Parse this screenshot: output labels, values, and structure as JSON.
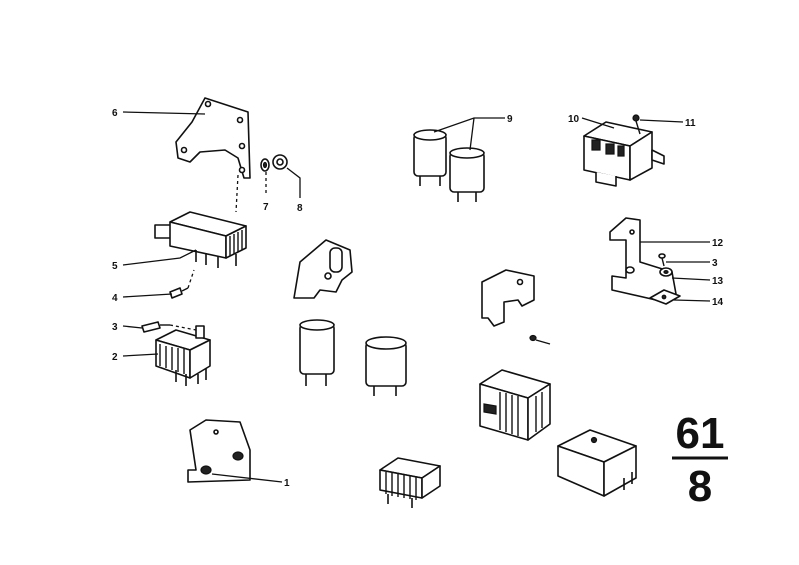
{
  "callouts": {
    "c1": "1",
    "c2": "2",
    "c3a": "3",
    "c3b": "3",
    "c4": "4",
    "c5": "5",
    "c6": "6",
    "c7": "7",
    "c8": "8",
    "c9": "9",
    "c10": "10",
    "c11": "11",
    "c12": "12",
    "c13": "13",
    "c14": "14"
  },
  "group": {
    "main": "61",
    "sub": "8"
  }
}
